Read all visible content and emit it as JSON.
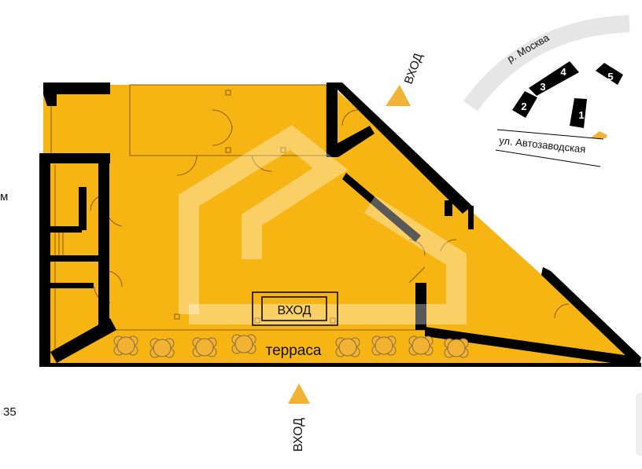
{
  "edge_labels": {
    "top_left": "м",
    "bottom_left": "35"
  },
  "floor_plan": {
    "entrance_label": "ВХОД",
    "terrace_label": "терраса",
    "center_entrance_label": "ВХОД",
    "bottom_entrance_label": "ВХОД",
    "top_entrance_label": "ВХОД"
  },
  "location_map": {
    "river_label": "р. Москва",
    "street_label": "ул. Автозаводская",
    "buildings": [
      "1",
      "2",
      "3",
      "4",
      "5"
    ]
  },
  "colors": {
    "floor": "#F7B514",
    "wall": "#000000",
    "river": "#E6E6E6",
    "marker": "#F2B233"
  }
}
